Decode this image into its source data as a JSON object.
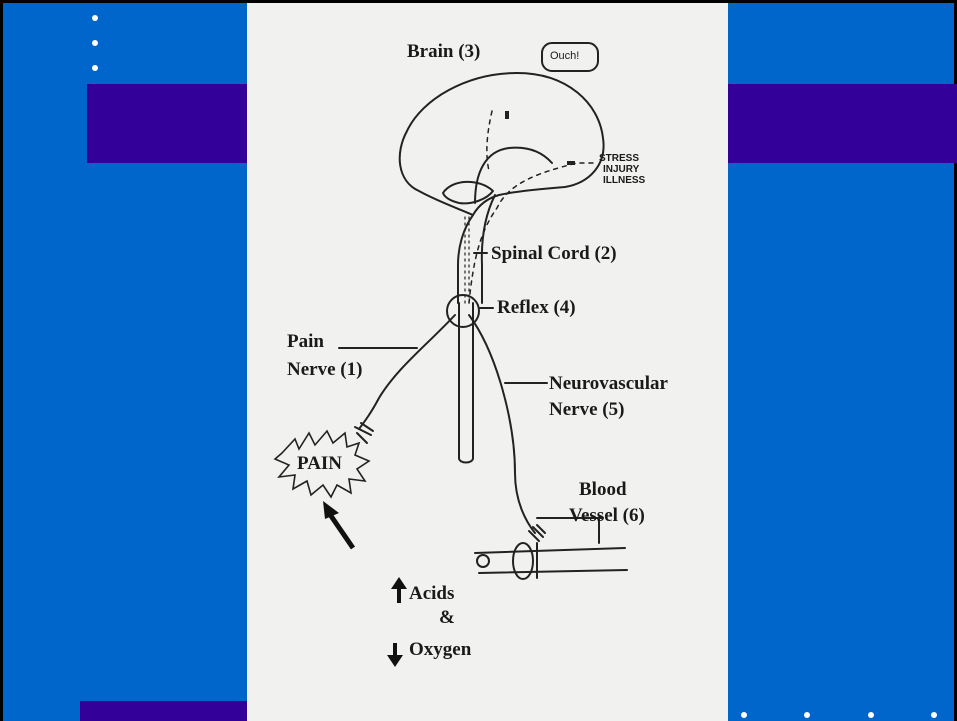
{
  "slide": {
    "bullet_count_left": 3,
    "bullet_count_bottom": 4,
    "colors": {
      "background": "#0066cc",
      "band": "#330099",
      "paper": "#f1f1ef"
    }
  },
  "diagram": {
    "brain": "Brain (3)",
    "speech": "Ouch!",
    "stress": [
      "STRESS",
      "INJURY",
      "ILLNESS"
    ],
    "spinal_cord": "Spinal Cord (2)",
    "reflex": "Reflex (4)",
    "pain_nerve": [
      "Pain",
      "Nerve (1)"
    ],
    "neurovascular": [
      "Neurovascular",
      "Nerve (5)"
    ],
    "pain": "PAIN",
    "blood_vessel": [
      "Blood",
      "Vessel (6)"
    ],
    "acids": "Acids",
    "amp": "&",
    "oxygen": "Oxygen"
  }
}
